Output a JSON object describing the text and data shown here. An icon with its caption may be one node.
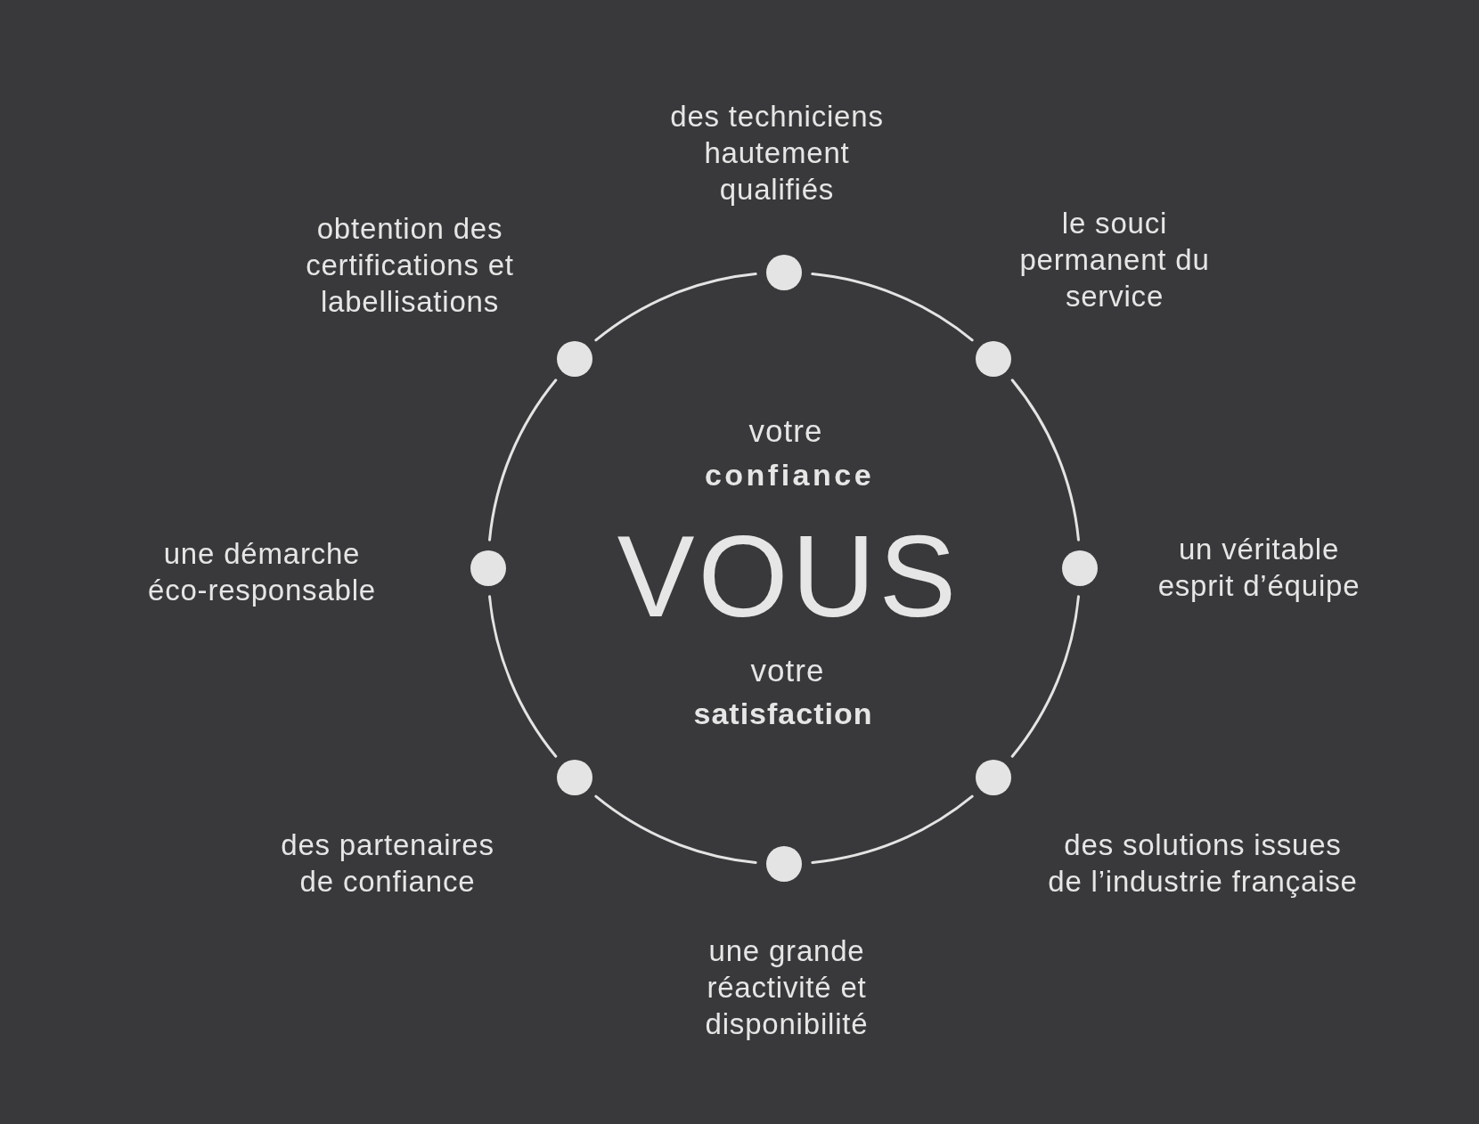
{
  "diagram": {
    "nodes": [
      {
        "text": [],
        "shape": "circle",
        "beside": [
          "des techniciens hautement qualifiés"
        ]
      },
      {
        "text": [],
        "shape": "circle",
        "beside": [
          "le souci permanent du service"
        ]
      },
      {
        "text": [],
        "shape": "circle",
        "beside": [
          "un véritable esprit d’équipe"
        ]
      },
      {
        "text": [],
        "shape": "circle",
        "beside": [
          "des solutions issues de l’industrie française"
        ]
      },
      {
        "text": [],
        "shape": "circle",
        "beside": [
          "une grande réactivité et disponibilité"
        ]
      },
      {
        "text": [],
        "shape": "circle",
        "beside": [
          "des partenaires de confiance"
        ]
      },
      {
        "text": [],
        "shape": "circle",
        "beside": [
          "une démarche éco-responsable"
        ]
      },
      {
        "text": [],
        "shape": "circle",
        "beside": [
          "obtention des certifications et labellisations"
        ]
      }
    ],
    "edges": [
      {
        "from": 0,
        "to": 1,
        "arrow": "none"
      },
      {
        "from": 1,
        "to": 2,
        "arrow": "none"
      },
      {
        "from": 2,
        "to": 3,
        "arrow": "none"
      },
      {
        "from": 3,
        "to": 4,
        "arrow": "none"
      },
      {
        "from": 4,
        "to": 5,
        "arrow": "none"
      },
      {
        "from": 5,
        "to": 6,
        "arrow": "none"
      },
      {
        "from": 6,
        "to": 7,
        "arrow": "none"
      },
      {
        "from": 7,
        "to": 0,
        "arrow": "none"
      }
    ],
    "labels": [
      "votre",
      "confiance",
      "VOUS",
      "votre",
      "satisfaction"
    ]
  }
}
